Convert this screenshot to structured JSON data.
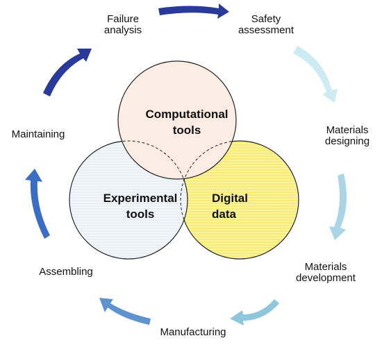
{
  "stages": {
    "failure_analysis": "Failure\nanalysis",
    "safety_assessment": "Safety\nassessment",
    "materials_designing": "Materials\ndesigning",
    "materials_development": "Materials\ndevelopment",
    "manufacturing": "Manufacturing",
    "assembling": "Assembling",
    "maintaining": "Maintaining"
  },
  "circles": {
    "computational": {
      "line1": "Computational",
      "line2": "tools",
      "fill": "#fbece4"
    },
    "experimental": {
      "line1": "Experimental",
      "line2": "tools",
      "fill": "#eef2f8"
    },
    "digital": {
      "line1": "Digital",
      "line2": "data",
      "fill": "#fbf49a"
    }
  },
  "colors": {
    "arrow_dark": "#2a3a9a",
    "arrow_mid": "#3a6ec4",
    "arrow_light": "#cdebf3",
    "arrow_teal": "#8ec6dc"
  }
}
